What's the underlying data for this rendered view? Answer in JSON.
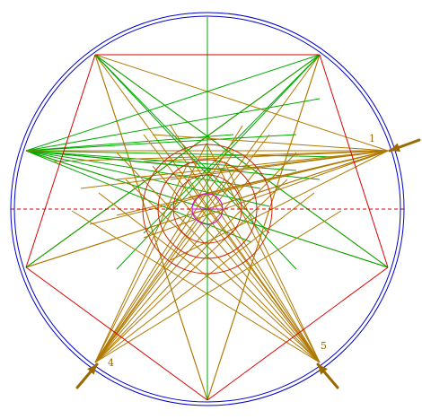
{
  "colors": {
    "background": "#ffffff",
    "outer_circle": "#0000cc",
    "polygon": "#dd0000",
    "fan_left": "#00aa00",
    "fan_vertices": "#b07800",
    "vertical_axis": "#00aa00",
    "horizontal_axis": "#dd0000",
    "inner_circles": "#cc2200",
    "center_circle": "#cc00cc",
    "arrow": "#9a6a00",
    "label": "#9a6a00"
  },
  "labels": {
    "v1": "1",
    "v4": "4",
    "v5": "5"
  },
  "icons": {
    "arrow_1": "arrow-icon",
    "arrow_4": "arrow-icon",
    "arrow_5": "arrow-icon"
  }
}
